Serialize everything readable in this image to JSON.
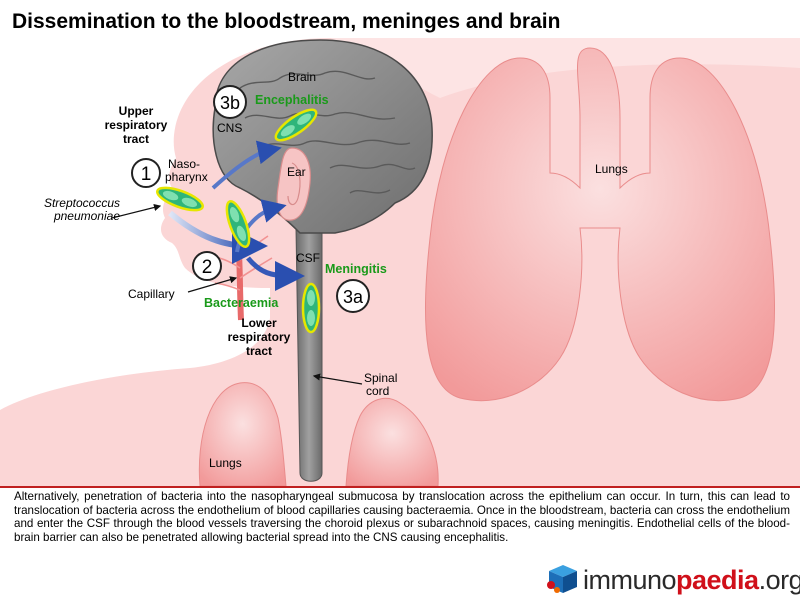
{
  "title": "Dissemination to the bloodstream, meninges and brain",
  "labels": {
    "upper_tract": "Upper respiratory tract",
    "naso_line1": "Naso-",
    "naso_line2": "pharynx",
    "strep_line1": "Streptococcus",
    "strep_line2": "pneumoniae",
    "capillary": "Capillary",
    "bacteraemia": "Bacteraemia",
    "lower_tract": "Lower respiratory tract",
    "brain": "Brain",
    "encephalitis": "Encephalitis",
    "cns": "CNS",
    "ear": "Ear",
    "csf": "CSF",
    "meningitis": "Meningitis",
    "spinal_line1": "Spinal",
    "spinal_line2": "cord",
    "lungs_right": "Lungs",
    "lungs_bottom": "Lungs"
  },
  "steps": {
    "one": "1",
    "two": "2",
    "three_a": "3a",
    "three_b": "3b"
  },
  "caption": "Alternatively, penetration of bacteria into the nasopharyngeal submucosa by translocation across the epithelium can occur. In turn, this can lead to translocation of bacteria across the endothelium of blood capillaries causing bacteraemia. Once in the bloodstream, bacteria can cross the endothelium and enter the CSF through the blood vessels traversing the choroid plexus or subarachnoid spaces, causing meningitis. Endothelial cells of the blood-brain barrier can also be penetrated allowing bacterial spread into the CNS causing encephalitis.",
  "logo": {
    "part1": "immuno",
    "part2": "paedia",
    "part3": ".org"
  },
  "colors": {
    "body_pink": "#fbd6d6",
    "lung_pink": "#f4a6a6",
    "brain_grey": "#8a8a8a",
    "bacteria_green": "#2fb57a",
    "bacteria_outline": "#e6e600",
    "arrow_blue": "#2a4fb0",
    "label_green": "#1a9a1a",
    "logo_red": "#d0101a"
  }
}
